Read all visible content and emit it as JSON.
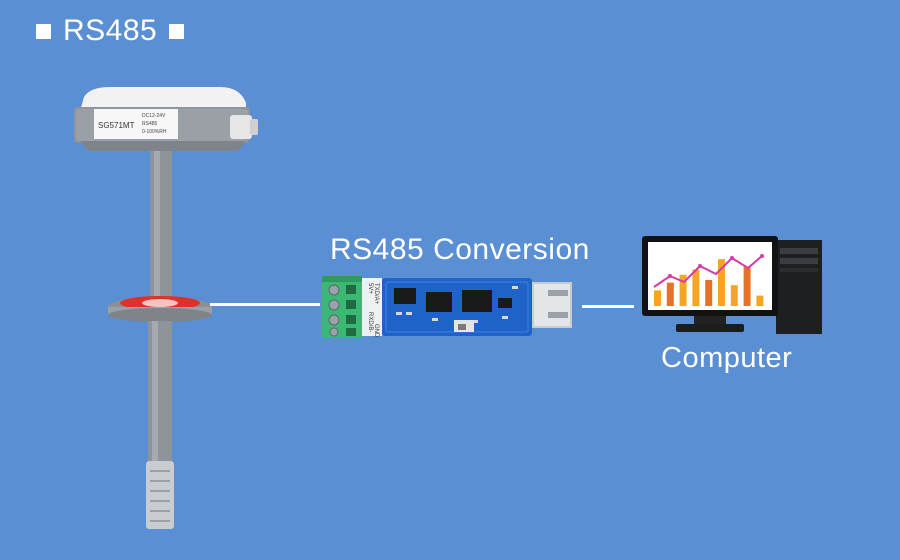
{
  "header": {
    "title": "RS485"
  },
  "converter": {
    "label": "RS485 Conversion",
    "terminals": [
      "5V+",
      "TXD/A+",
      "RXD/B-",
      "GND"
    ]
  },
  "sensor": {
    "model": "SG571MT",
    "spec_lines": [
      "DC12-24V",
      "RS485",
      "0-100%RH"
    ]
  },
  "computer": {
    "label": "Computer",
    "bar_heights": [
      0.3,
      0.45,
      0.6,
      0.7,
      0.5,
      0.9,
      0.4,
      0.75,
      0.2
    ]
  },
  "colors": {
    "background": "#5b8fd4",
    "accent_orange": "#f5a524",
    "terminal_green": "#3bb873",
    "pcb_blue": "#1f63c9",
    "probe_red": "#e0302a"
  }
}
